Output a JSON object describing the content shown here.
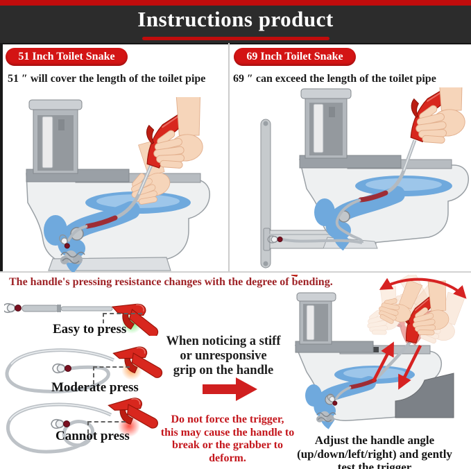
{
  "banner": {
    "title": "Instructions product"
  },
  "panels": [
    {
      "badge": "51 Inch Toilet Snake",
      "subtitle": "51 ″ will cover the length of the toilet pipe"
    },
    {
      "badge": "69 Inch Toilet Snake",
      "subtitle": "69 ″ can exceed the length of the toilet pipe"
    }
  ],
  "guide": {
    "heading": "The handle's pressing resistance changes with the degree of bending.",
    "steps": [
      {
        "label": "Easy to press",
        "glow_color": "#58d858"
      },
      {
        "label": "Moderate press",
        "glow_color": "#ff9d4a"
      },
      {
        "label": "Cannot press",
        "glow_color": "#ff4538"
      }
    ],
    "notice_lines": [
      "When noticing a stiff",
      "or unresponsive",
      "grip on the handle"
    ],
    "warning_lines": [
      "Do not force the trigger,",
      "this may cause the handle to",
      "break or the grabber to",
      "deform."
    ],
    "advice_lines": [
      "Adjust the handle angle",
      "(up/down/left/right) and gently",
      "test the trigger"
    ]
  },
  "icons": {
    "arrow_right": "arrow-right-icon",
    "curved_double_arrow": "curved-double-arrow-icon",
    "toilet_51": "toilet-cross-section-snake-inside-pipe",
    "toilet_69": "toilet-cross-section-snake-exceeds-pipe",
    "toilet_adjust": "toilet-cross-section-adjust-handle"
  },
  "colors": {
    "banner_bg": "#2c2c2c",
    "accent_red": "#c00c0c",
    "badge_red": "#d31414",
    "heading_red": "#9e2226",
    "warning_red": "#c4161c",
    "arrow_red": "#d01f1f",
    "handle_red": "#d8271e",
    "water_blue": "#6fa9dd"
  }
}
